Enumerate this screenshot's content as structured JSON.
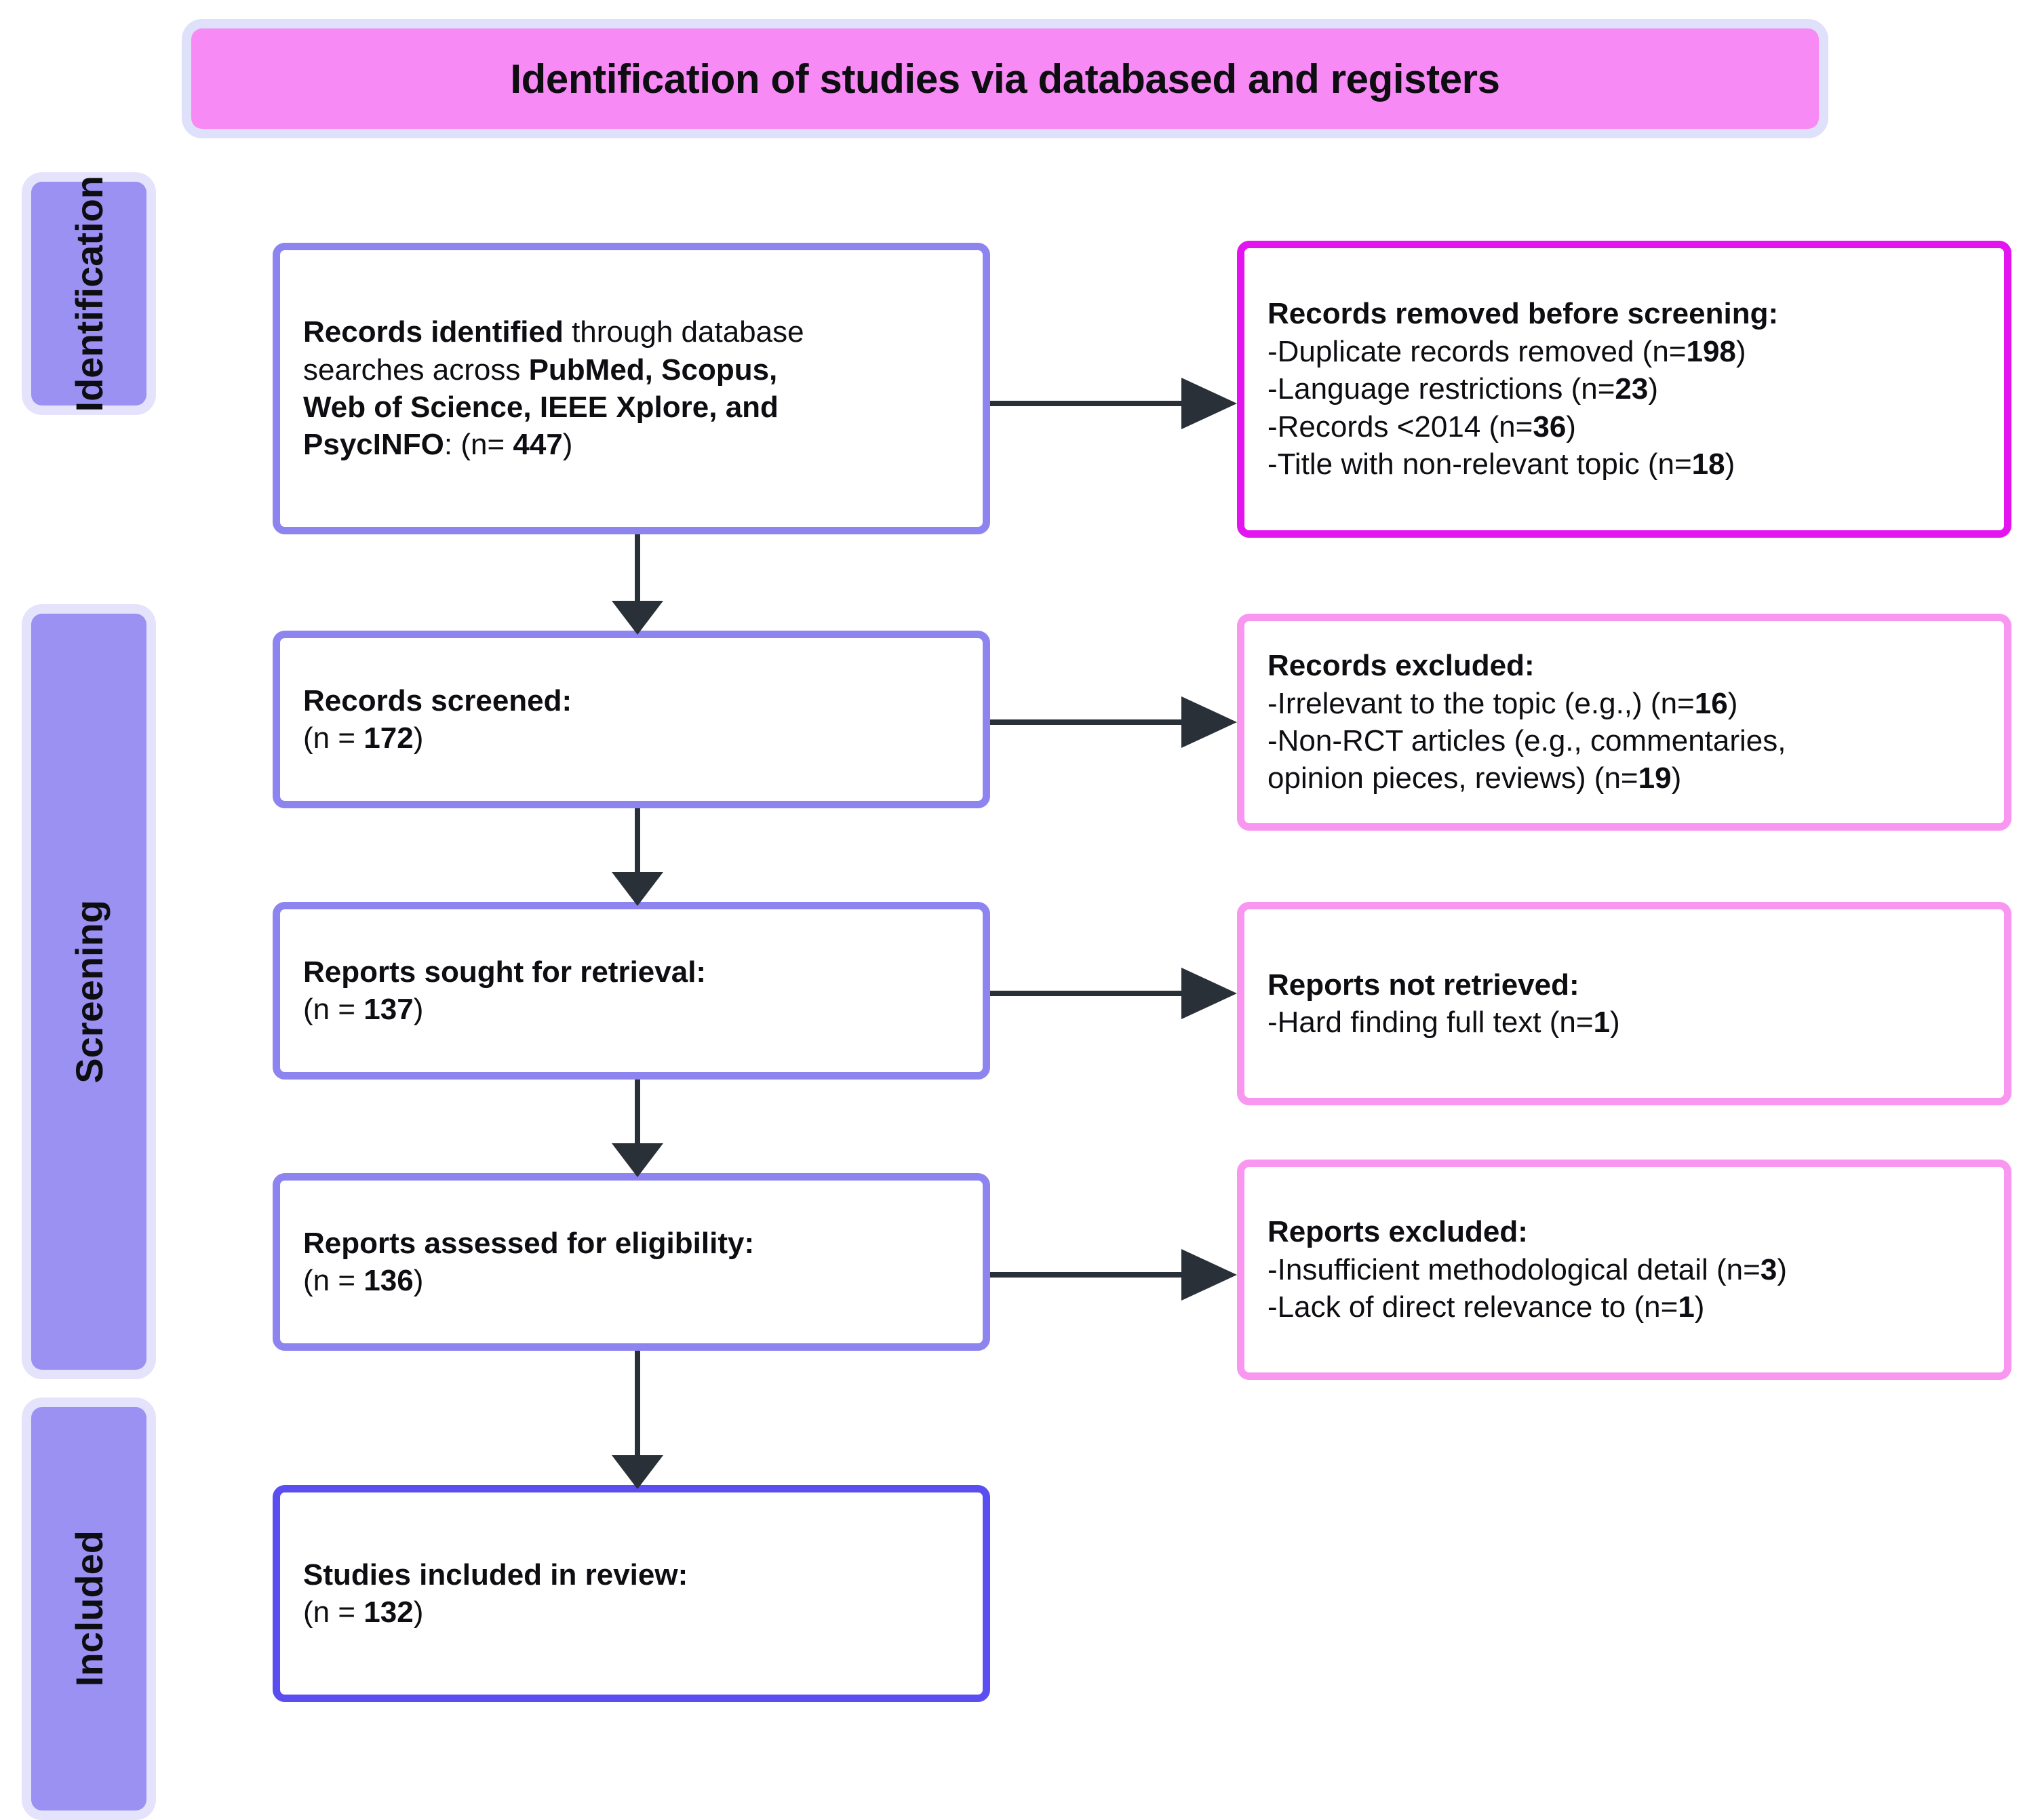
{
  "title": "Identification of studies via databased and registers",
  "stages": [
    {
      "id": "identification",
      "label": "Identification"
    },
    {
      "id": "screening",
      "label": "Screening"
    },
    {
      "id": "included",
      "label": "Included"
    }
  ],
  "boxes": {
    "identified": {
      "line1_bold": "Records identified",
      "line1_rest": " through database",
      "line2_rest": "searches across ",
      "line2_bold": "PubMed, Scopus,",
      "line3_bold": "Web of Science, IEEE Xplore, and",
      "line4_bold": "PsycINFO",
      "line4_rest": ": (n= ",
      "line4_n": "447",
      "line4_tail": ")"
    },
    "removed": {
      "head": "Records removed before screening:",
      "items": [
        {
          "text": "-Duplicate records removed (n=",
          "n": "198",
          "tail": ")"
        },
        {
          "text": "-Language restrictions (n=",
          "n": "23",
          "tail": ")"
        },
        {
          "text": "-Records <2014 (n=",
          "n": "36",
          "tail": ")"
        },
        {
          "text": "-Title with non-relevant topic (n=",
          "n": "18",
          "tail": ")"
        }
      ]
    },
    "screened": {
      "head": "Records screened:",
      "count_prefix": "(n = ",
      "count": "172",
      "count_suffix": ")"
    },
    "excluded_records": {
      "head": "Records excluded:",
      "line1": "-Irrelevant to the topic (e.g.,) (n=",
      "line1_n": "16",
      "line1_tail": ")",
      "line2a": "-Non-RCT articles (e.g., commentaries,",
      "line2b": "opinion pieces, reviews) (n=",
      "line2_n": "19",
      "line2_tail": ")"
    },
    "sought": {
      "head": "Reports sought for retrieval:",
      "count_prefix": "(n = ",
      "count": "137",
      "count_suffix": ")"
    },
    "not_retrieved": {
      "head": "Reports not retrieved:",
      "line1": "-Hard finding full text (n=",
      "line1_n": "1",
      "line1_tail": ")"
    },
    "assessed": {
      "head": "Reports assessed for eligibility:",
      "count_prefix": "(n = ",
      "count": "136",
      "count_suffix": ")"
    },
    "excluded_reports": {
      "head": "Reports excluded:",
      "line1": "-Insufficient methodological detail (n=",
      "line1_n": "3",
      "line1_tail": ")",
      "line2": "-Lack of direct relevance to (n=",
      "line2_n": "1",
      "line2_tail": ")"
    },
    "included": {
      "head": "Studies included in review:",
      "count_prefix": "(n = ",
      "count": "132",
      "count_suffix": ")"
    }
  },
  "colors": {
    "title_banner_fill": "#f78af5",
    "title_banner_glow": "#dfe0fa",
    "stage_band_fill": "#9b91f2",
    "stage_band_glow": "#e4e3fb",
    "box_border_violet": "#8d84f0",
    "box_border_violet_deep": "#5b4ef0",
    "box_border_magenta": "#e414f0",
    "box_border_pink": "#f896f0",
    "arrow": "#2a3038",
    "text": "#0d0d12",
    "background": "#ffffff"
  }
}
